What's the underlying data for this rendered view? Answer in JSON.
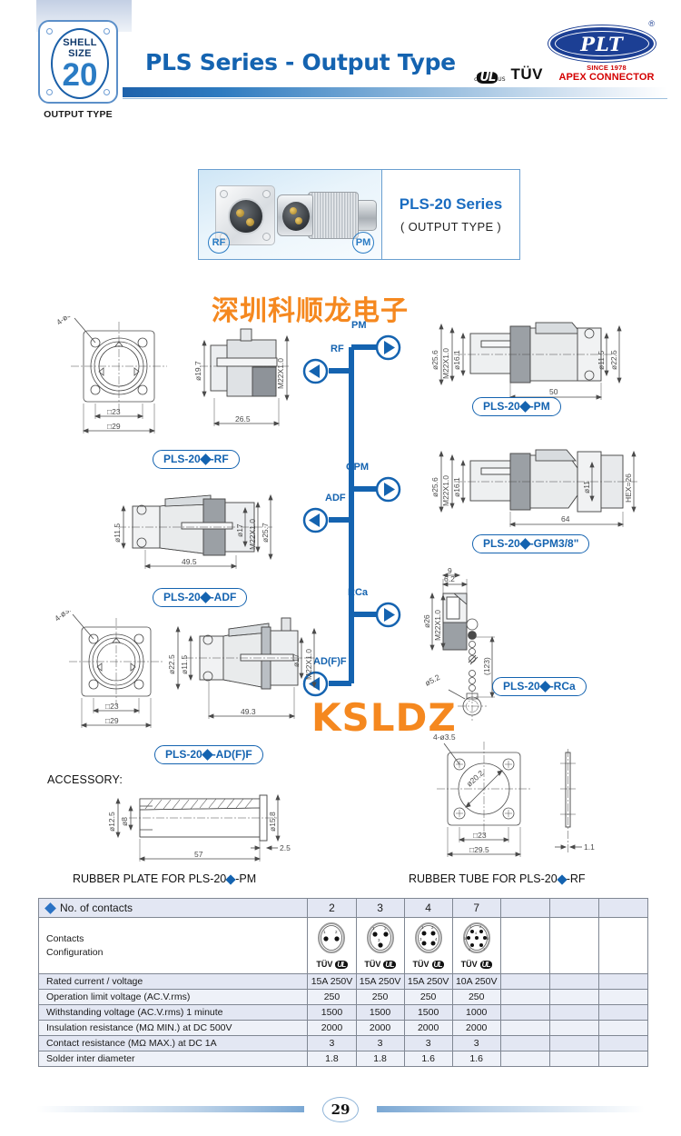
{
  "header": {
    "shell_badge": {
      "line1": "SHELL",
      "line2": "SIZE",
      "number": "20",
      "caption": "OUTPUT TYPE"
    },
    "title": "PLS Series - Output Type",
    "certs": {
      "ul_c": "c",
      "ul_body": "UL",
      "ul_us": "US",
      "tuv": "TÜV"
    },
    "logo": {
      "brand": "PLT",
      "registered": "®",
      "since": "SINCE 1978",
      "company": "APEX CONNECTOR"
    }
  },
  "product_box": {
    "badge_left": "RF",
    "badge_right": "PM",
    "series": "PLS-20 Series",
    "subtitle": "( OUTPUT TYPE )"
  },
  "watermarks": {
    "chinese": "深圳科顺龙电子",
    "english": "KSLDZ"
  },
  "flow": {
    "left_nodes": [
      {
        "label": "RF",
        "direction": "left"
      },
      {
        "label": "ADF",
        "direction": "left"
      },
      {
        "label": "AD(F)F",
        "direction": "left"
      }
    ],
    "right_nodes": [
      {
        "label": "PM",
        "direction": "right"
      },
      {
        "label": "GPM",
        "direction": "right"
      },
      {
        "label": "RCa",
        "direction": "right"
      }
    ]
  },
  "drawings": [
    {
      "id": "rf",
      "part": "PLS-20",
      "suffix": "-RF",
      "dims": [
        "4-ø3.4",
        "ø19.7",
        "M22X1.0",
        "□23",
        "□29",
        "26.5"
      ]
    },
    {
      "id": "pm",
      "part": "PLS-20",
      "suffix": "-PM",
      "dims": [
        "ø25.6",
        "M22X1.0",
        "ø16.1",
        "ø11.5",
        "ø22.5",
        "50"
      ]
    },
    {
      "id": "adf",
      "part": "PLS-20",
      "suffix": "-ADF",
      "dims": [
        "ø11.5",
        "ø17",
        "M22X1.0",
        "ø25.7",
        "49.5"
      ]
    },
    {
      "id": "gpm",
      "part": "PLS-20",
      "suffix": "-GPM3/8\"",
      "dims": [
        "ø25.6",
        "M22X1.0",
        "ø16.1",
        "ø11",
        "HEX=26",
        "64"
      ]
    },
    {
      "id": "adff",
      "part": "PLS-20",
      "suffix": "-AD(F)F",
      "dims": [
        "4-ø3.2",
        "ø22.5",
        "ø11.5",
        "ø17",
        "M22X1.0",
        "□23",
        "□29",
        "49.3"
      ]
    },
    {
      "id": "rca",
      "part": "PLS-20",
      "suffix": "-RCa",
      "dims": [
        "9",
        "6.2",
        "ø26",
        "M22X1.0",
        "(123)",
        "ø5.2"
      ]
    }
  ],
  "accessory": {
    "title": "ACCESSORY:",
    "rubber_plate": {
      "caption_pre": "RUBBER PLATE FOR PLS-20",
      "caption_post": "-PM",
      "dims": [
        "ø12.5",
        "ø8",
        "ø15.8",
        "57",
        "2.5"
      ]
    },
    "rubber_tube": {
      "caption_pre": "RUBBER TUBE FOR PLS-20",
      "caption_post": "-RF",
      "dims": [
        "4-ø3.5",
        "ø20.2",
        "□23",
        "□29.5",
        "1.1"
      ]
    }
  },
  "spec_table": {
    "header_label": "No. of contacts",
    "contact_counts": [
      "2",
      "3",
      "4",
      "7"
    ],
    "empty_columns": 3,
    "config_label_line1": "Contacts",
    "config_label_line2": "Configuration",
    "config_pins": [
      2,
      3,
      4,
      7
    ],
    "cert_tuv": "TÜV",
    "cert_ul": "UL",
    "rows": [
      {
        "label": "Rated current / voltage",
        "values": [
          "15A 250V",
          "15A 250V",
          "15A 250V",
          "10A 250V"
        ]
      },
      {
        "label": "Operation limit voltage (AC.V.rms)",
        "values": [
          "250",
          "250",
          "250",
          "250"
        ]
      },
      {
        "label": "Withstanding voltage (AC.V.rms) 1 minute",
        "values": [
          "1500",
          "1500",
          "1500",
          "1000"
        ]
      },
      {
        "label": "Insulation resistance (MΩ MIN.) at DC 500V",
        "values": [
          "2000",
          "2000",
          "2000",
          "2000"
        ]
      },
      {
        "label": "Contact resistance (MΩ MAX.) at DC 1A",
        "values": [
          "3",
          "3",
          "3",
          "3"
        ]
      },
      {
        "label": "Solder inter diameter",
        "values": [
          "1.8",
          "1.8",
          "1.6",
          "1.6"
        ]
      }
    ]
  },
  "footer": {
    "page_number": "29"
  },
  "colors": {
    "brand_blue": "#1463b0",
    "accent_orange": "#f5881f",
    "logo_red": "#d40000",
    "table_shade": "#e3e7f3"
  }
}
